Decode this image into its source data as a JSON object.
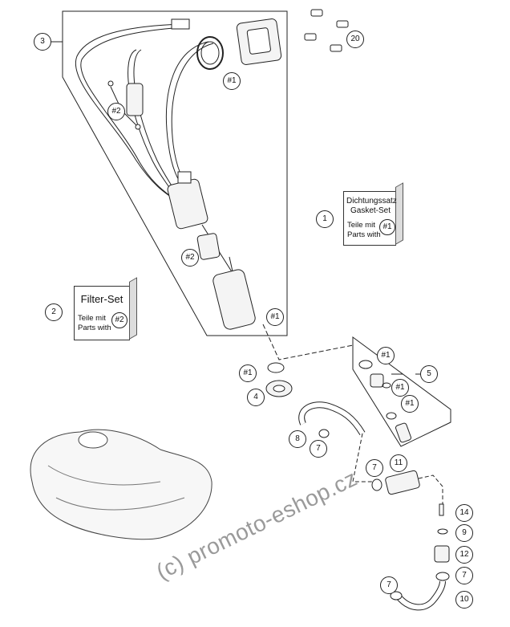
{
  "callouts": {
    "c3": "3",
    "c20": "20",
    "c1": "1",
    "c2": "2",
    "c4": "4",
    "c5": "5",
    "c8": "8",
    "c7a": "7",
    "c11": "11",
    "c7b": "7",
    "c14": "14",
    "c9": "9",
    "c12": "12",
    "c7c": "7",
    "c7d": "7",
    "c10": "10",
    "h1a": "#1",
    "h2a": "#2",
    "h2b": "#2",
    "h1b": "#1",
    "h1c": "#1",
    "h1d": "#1",
    "h1e": "#1",
    "h1f": "#1"
  },
  "gasket_box": {
    "line1": "Dichtungssatz",
    "line2": "Gasket-Set",
    "line3": "Teile mit",
    "line4": "Parts with",
    "ref": "#1"
  },
  "filter_box": {
    "title": "Filter-Set",
    "line1": "Teile mit",
    "line2": "Parts with",
    "ref": "#2"
  },
  "watermark": "(c) promoto-eshop.cz",
  "colors": {
    "line": "#222222",
    "watermark": "#9a9a9a",
    "part_fill": "#f4f4f4"
  }
}
